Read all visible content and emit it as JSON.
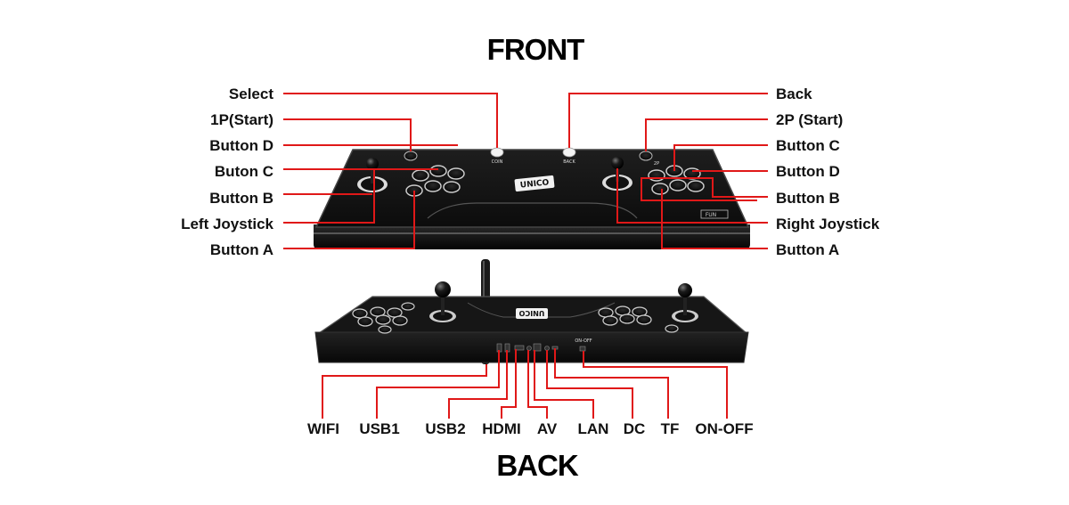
{
  "headings": {
    "front": "FRONT",
    "back": "BACK"
  },
  "front": {
    "left_labels": [
      "Select",
      "1P(Start)",
      "Button D",
      "Buton C",
      "Button B",
      "Left Joystick",
      "Button A"
    ],
    "right_labels": [
      "Back",
      "2P (Start)",
      "Button C",
      "Button D",
      "Button B",
      "Right Joystick",
      "Button A"
    ],
    "console_logo": "UNICO",
    "select_marking": "COIN",
    "back_marking": "BACK",
    "start2_marking": "2P",
    "brand_badge": "FUN"
  },
  "back": {
    "ports": [
      "WIFI",
      "USB1",
      "USB2",
      "HDMI",
      "AV",
      "LAN",
      "DC",
      "TF",
      "ON-OFF"
    ],
    "console_logo": "UNICO",
    "switch_marking": "ON-OFF"
  },
  "colors": {
    "leader": "#e01818",
    "console_body": "#151515",
    "text": "#111111"
  },
  "icons": [
    "joystick-icon",
    "arcade-button-icon",
    "antenna-icon"
  ]
}
